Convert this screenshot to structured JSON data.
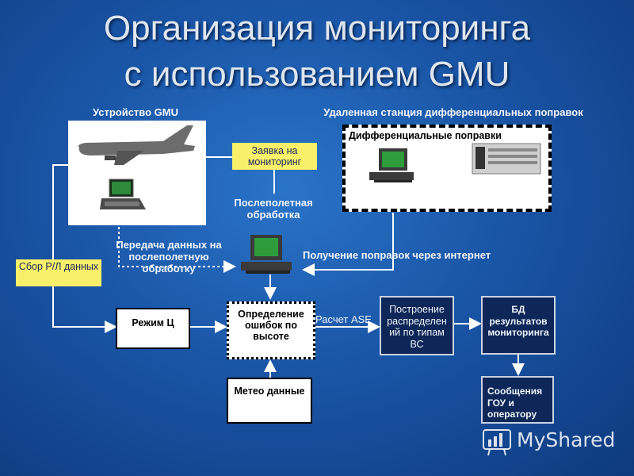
{
  "title": {
    "line1": "Организация мониторинга",
    "line2": "с использованием GMU"
  },
  "labels": {
    "gmu_device": "Устройство GMU",
    "remote_station": "Удаленная станция дифференциальных поправок",
    "post_flight": "Послеполетная обработка",
    "transfer": "Передача данных на послеполетную обработку",
    "internet": "Получение поправок через интернет",
    "ase": "Расчет ASE"
  },
  "boxes": {
    "request": "Заявка на мониторинг",
    "collect": "Сбор Р/Л данных",
    "diff_corrections": "Дифференциальные поправки",
    "mode_c": "Режим Ц",
    "height_errors": "Определение ошибок по высоте",
    "meteo": "Метео данные",
    "distribution": "Построение распределен ий по типам ВС",
    "db": "БД результатов мониторинга",
    "messages": "Сообщения ГОУ и оператору"
  },
  "watermark": "MyShared",
  "icons": [
    "airplane-icon",
    "laptop-icon",
    "desktop-computer-icon",
    "receiver-device-icon",
    "chart-logo-icon"
  ]
}
